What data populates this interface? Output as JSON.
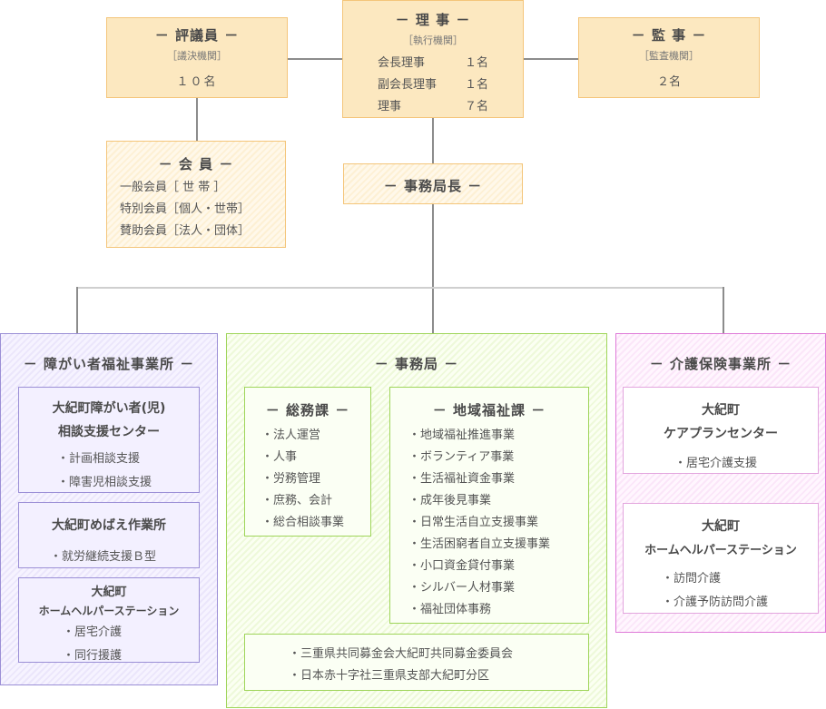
{
  "council": {
    "title": "－ 評議員 －",
    "sub": "［議決機関］",
    "count": "１０名"
  },
  "board": {
    "title": "－ 理 事 －",
    "sub": "［執行機関］",
    "rows": [
      {
        "role": "会長理事",
        "count": "１名"
      },
      {
        "role": "副会長理事",
        "count": "１名"
      },
      {
        "role": "理事",
        "count": "７名"
      }
    ]
  },
  "auditor": {
    "title": "－ 監 事 －",
    "sub": "［監査機関］",
    "count": "２名"
  },
  "members": {
    "title": "－ 会 員 －",
    "items": [
      "一般会員［ 世 帯 ］",
      "特別会員［個人・世帯］",
      "賛助会員［法人・団体］"
    ]
  },
  "secretary_general": {
    "title": "－ 事務局長 －"
  },
  "disability": {
    "title": "－ 障がい者福祉事業所 －",
    "units": [
      {
        "name1": "大紀町障がい者(児)",
        "name2": "相談支援センター",
        "items": [
          "・計画相談支援",
          "・障害児相談支援"
        ]
      },
      {
        "name1": "大紀町めばえ作業所",
        "items": [
          "・就労継続支援Ｂ型"
        ]
      },
      {
        "name1": "大紀町",
        "name2": "ホームヘルパーステーション",
        "items": [
          "・居宅介護",
          "・同行援護"
        ]
      }
    ]
  },
  "secretariat": {
    "title": "－ 事務局 －",
    "general_affairs": {
      "title": "－ 総務課 －",
      "items": [
        "・法人運営",
        "・人事",
        "・労務管理",
        "・庶務、会計",
        "・総合相談事業"
      ]
    },
    "community_welfare": {
      "title": "－ 地域福祉課 －",
      "items": [
        "・地域福祉推進事業",
        "・ボランティア事業",
        "・生活福祉資金事業",
        "・成年後見事業",
        "・日常生活自立支援事業",
        "・生活困窮者自立支援事業",
        "・小口資金貸付事業",
        "・シルバー人材事業",
        "・福祉団体事務"
      ]
    },
    "committees": [
      "・三重県共同募金会大紀町共同募金委員会",
      "・日本赤十字社三重県支部大紀町分区"
    ]
  },
  "care_insurance": {
    "title": "－ 介護保険事業所 －",
    "units": [
      {
        "name1": "大紀町",
        "name2": "ケアプランセンター",
        "items": [
          "・居宅介護支援"
        ]
      },
      {
        "name1": "大紀町",
        "name2": "ホームヘルパーステーション",
        "items": [
          "・訪問介護",
          "・介護予防訪問介護"
        ]
      }
    ]
  },
  "colors": {
    "orange": "#fce8c0",
    "purple": "#9b8fd6",
    "green": "#9fd55a",
    "pink": "#df7ad8"
  }
}
